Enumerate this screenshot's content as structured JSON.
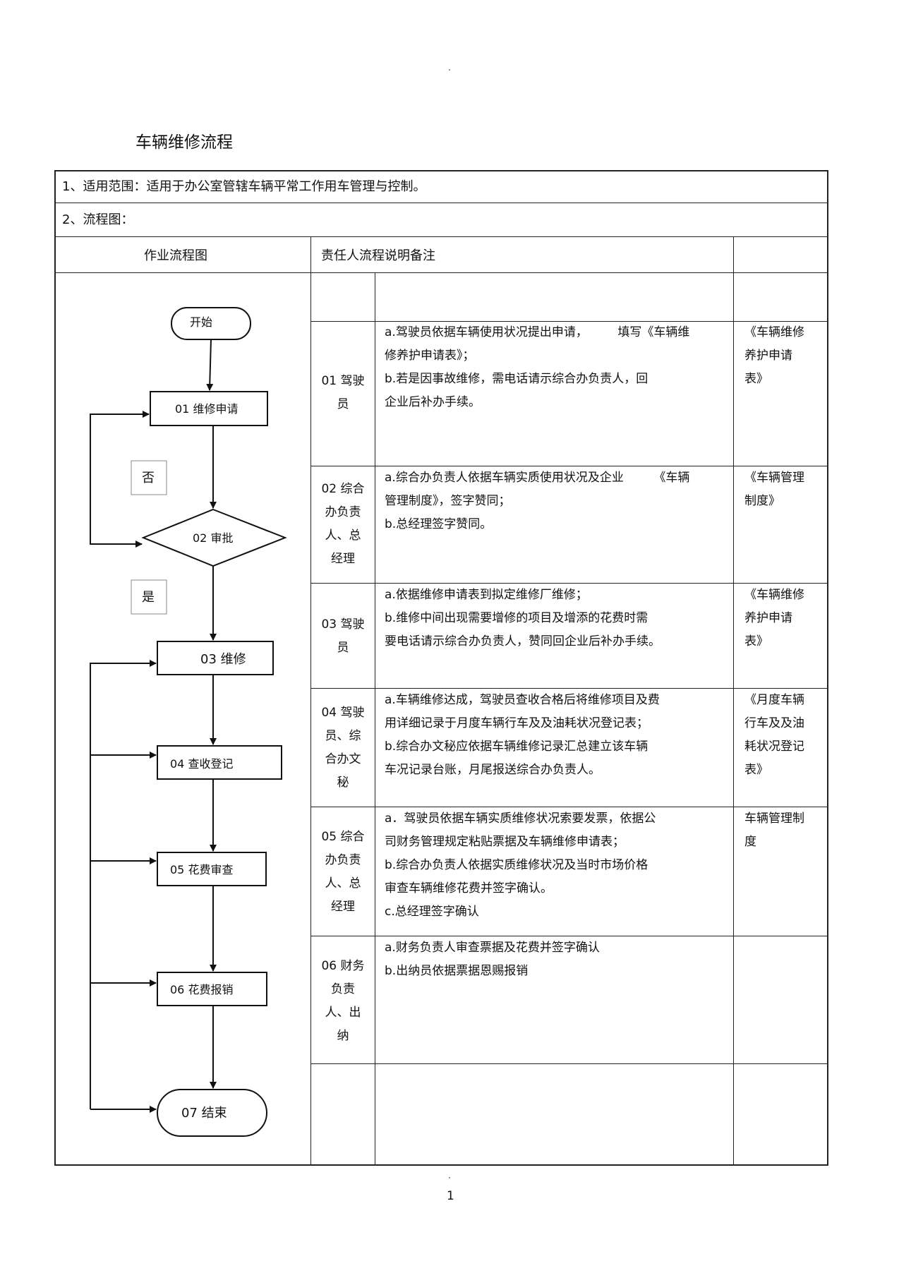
{
  "document": {
    "title": "车辆维修流程",
    "page_number": "1"
  },
  "scope_line": "1、适用范围：适用于办公室管辖车辆平常工作用车管理与控制。",
  "flow_line": "2、流程图：",
  "table_header": {
    "col_flowchart": "作业流程图",
    "col_rest": "责任人流程说明备注"
  },
  "rows": [
    {
      "role": [
        "01 驾驶",
        "员"
      ],
      "desc": [
        "a.驾驶员依据车辆使用状况提出申请，　　　填写《车辆维",
        "修养护申请表》；",
        "b.若是因事故维修，需电话请示综合办负责人，回",
        "企业后补办手续。"
      ],
      "note": [
        "《车辆维修",
        "养护申请",
        "表》"
      ]
    },
    {
      "role": [
        "02 综合",
        "办负责",
        "人、总",
        "经理"
      ],
      "desc": [
        "a.综合办负责人依据车辆实质使用状况及企业　　　《车辆",
        "管理制度》，签字赞同；",
        "b.总经理签字赞同。"
      ],
      "note": [
        "《车辆管理",
        "制度》"
      ]
    },
    {
      "role": [
        "03 驾驶",
        "员"
      ],
      "desc": [
        "a.依据维修申请表到拟定维修厂维修；",
        "b.维修中间出现需要增修的项目及增添的花费时需",
        "要电话请示综合办负责人，赞同回企业后补办手续。"
      ],
      "note": [
        "《车辆维修",
        "养护申请",
        "表》"
      ]
    },
    {
      "role": [
        "04 驾驶",
        "员、综",
        "合办文",
        "秘"
      ],
      "desc": [
        "a.车辆维修达成，驾驶员查收合格后将维修项目及费",
        "用详细记录于月度车辆行车及及油耗状况登记表；",
        "b.综合办文秘应依据车辆维修记录汇总建立该车辆",
        "车况记录台账，月尾报送综合办负责人。"
      ],
      "note": [
        "《月度车辆",
        "行车及及油",
        "耗状况登记",
        "表》"
      ]
    },
    {
      "role": [
        "05 综合",
        "办负责",
        "人、总",
        "经理"
      ],
      "desc": [
        "a．驾驶员依据车辆实质维修状况索要发票，依据公",
        "司财务管理规定粘贴票据及车辆维修申请表；",
        "b.综合办负责人依据实质维修状况及当时市场价格",
        "审查车辆维修花费并签字确认。",
        "c.总经理签字确认"
      ],
      "note": [
        "车辆管理制",
        "度"
      ]
    },
    {
      "role": [
        "06 财务",
        "负责",
        "人、出",
        "纳"
      ],
      "desc": [
        "a.财务负责人审查票据及花费并签字确认",
        "b.出纳员依据票据恩赐报销"
      ],
      "note": []
    }
  ],
  "flowchart": {
    "start": "开始",
    "n01": "01 维修申请",
    "n02": "02 审批",
    "n03": "03 维修",
    "n04": "04 查收登记",
    "n05": "05 花费审查",
    "n06": "06 花费报销",
    "n07": "07 结束",
    "no_label": "否",
    "yes_label": "是"
  },
  "colors": {
    "line": "#222222",
    "text": "#111111",
    "background": "#ffffff"
  }
}
